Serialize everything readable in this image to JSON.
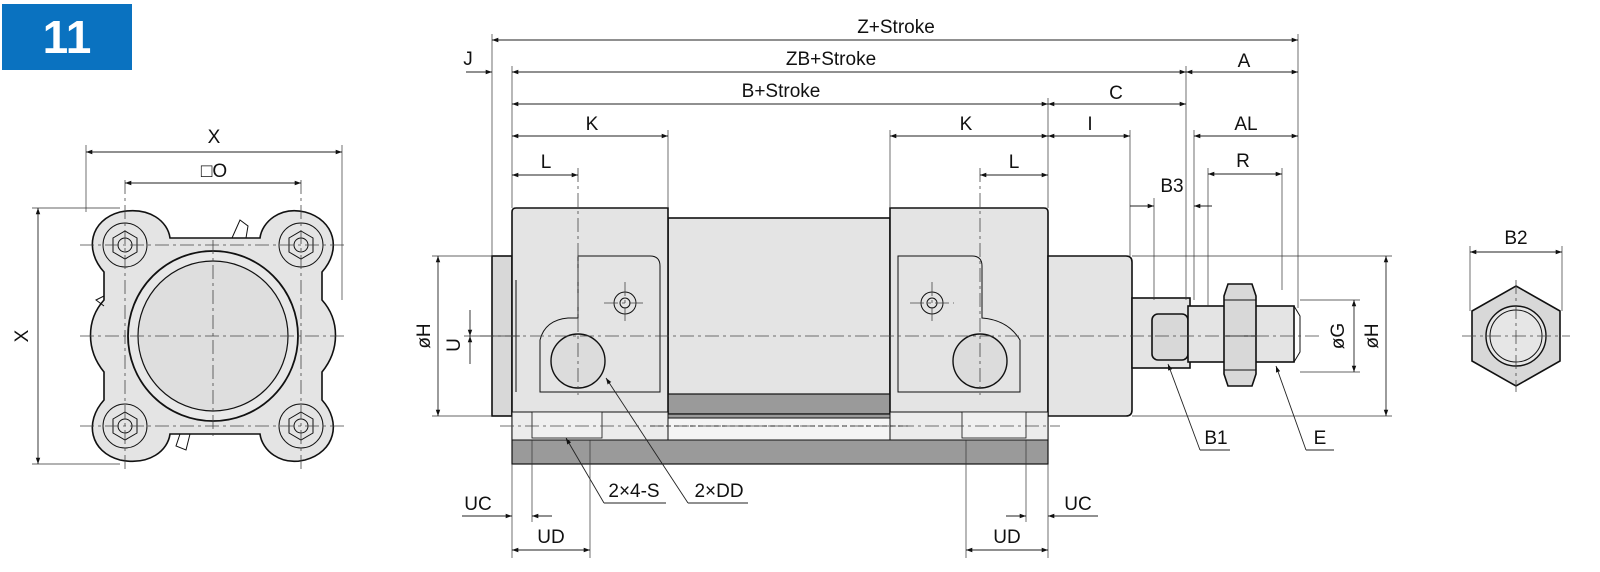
{
  "badge": {
    "number": "11",
    "color": "#0a72c0"
  },
  "end_view": {
    "width_label": "X",
    "square_label": "□O",
    "height_label": "X"
  },
  "side_view": {
    "z_stroke": "Z+Stroke",
    "zb_stroke": "ZB+Stroke",
    "b_stroke": "B+Stroke",
    "j": "J",
    "a": "A",
    "c": "C",
    "k_left": "K",
    "k_right": "K",
    "i": "I",
    "al": "AL",
    "l_left": "L",
    "l_right": "L",
    "r": "R",
    "b3": "B3",
    "oh_left": "øH",
    "u": "U",
    "og": "øG",
    "oh_right": "øH",
    "b1": "B1",
    "e": "E",
    "two_4s": "2×4-S",
    "two_dd": "2×DD",
    "uc_left": "UC",
    "ud_left": "UD",
    "uc_right": "UC",
    "ud_right": "UD"
  },
  "nut_view": {
    "b2": "B2"
  }
}
